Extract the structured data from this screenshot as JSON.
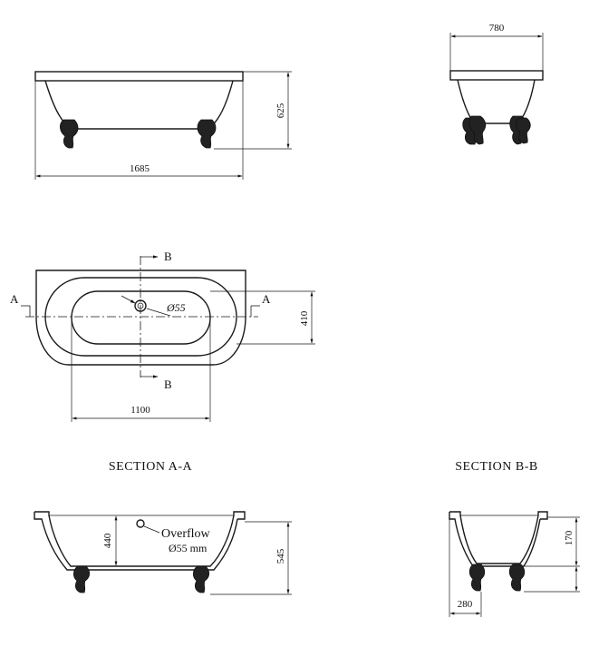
{
  "dimensions": {
    "length": "1685",
    "height": "625",
    "width": "780",
    "inner_length": "1100",
    "half_width": "410",
    "drain": "Ø55",
    "inner_depth": "440",
    "rim_height": "545",
    "side_height": "170",
    "side_offset": "280"
  },
  "markers": {
    "a": "A",
    "b": "B"
  },
  "sections": {
    "aa": "SECTION  A-A",
    "bb": "SECTION  B-B"
  },
  "overflow": {
    "label": "Overflow",
    "size": "Ø55  mm"
  }
}
